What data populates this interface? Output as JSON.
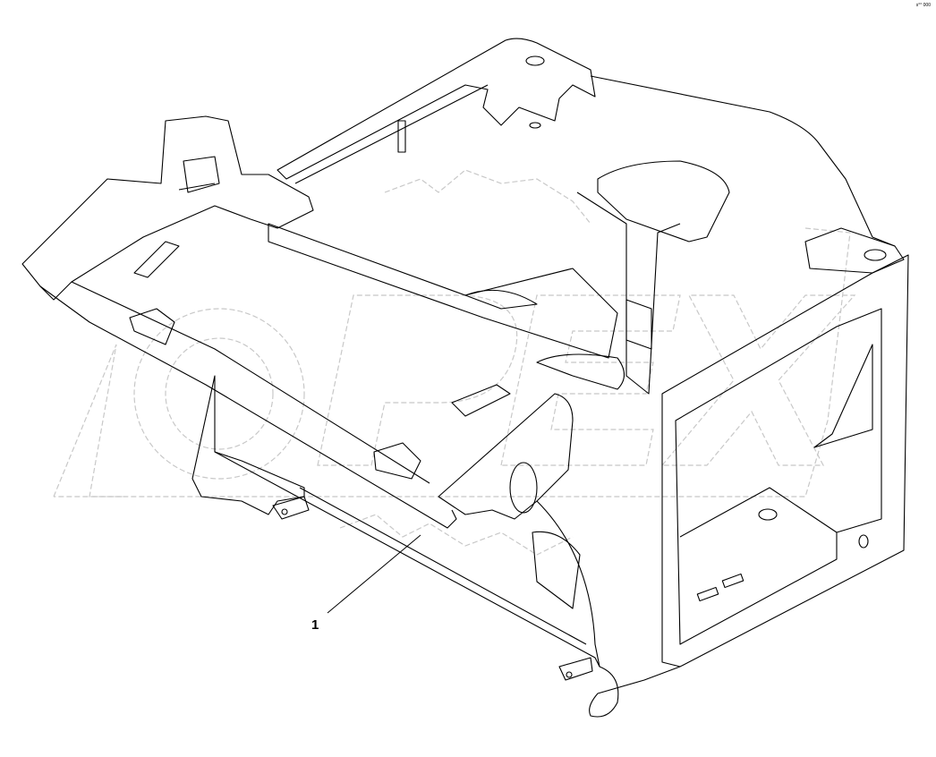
{
  "diagram": {
    "callouts": [
      {
        "id": "1",
        "label": "1"
      }
    ],
    "corner_code": "s°° 000",
    "watermark": {
      "text": "OPEX",
      "style": "outline-with-gears"
    },
    "colors": {
      "line": "#000000",
      "watermark": "#c8c8c8",
      "background": "#ffffff"
    }
  }
}
